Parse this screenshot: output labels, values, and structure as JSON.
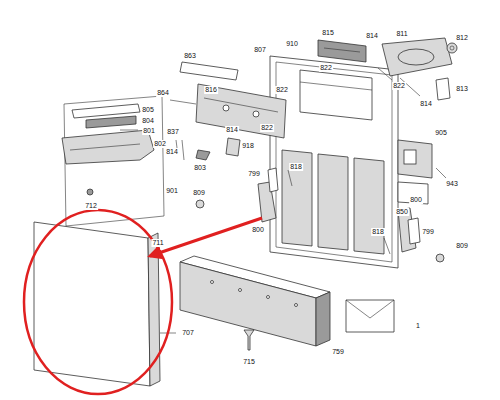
{
  "diagram": {
    "labels": [
      "910",
      "815",
      "811",
      "812",
      "807",
      "814",
      "822",
      "822",
      "813",
      "814",
      "863",
      "816",
      "822",
      "864",
      "805",
      "804",
      "801",
      "802",
      "837",
      "814",
      "814",
      "822",
      "918",
      "803",
      "818",
      "799",
      "905",
      "943",
      "850",
      "712",
      "901",
      "809",
      "800",
      "800",
      "818",
      "799",
      "809",
      "711",
      "707",
      "715",
      "759",
      "1"
    ]
  }
}
